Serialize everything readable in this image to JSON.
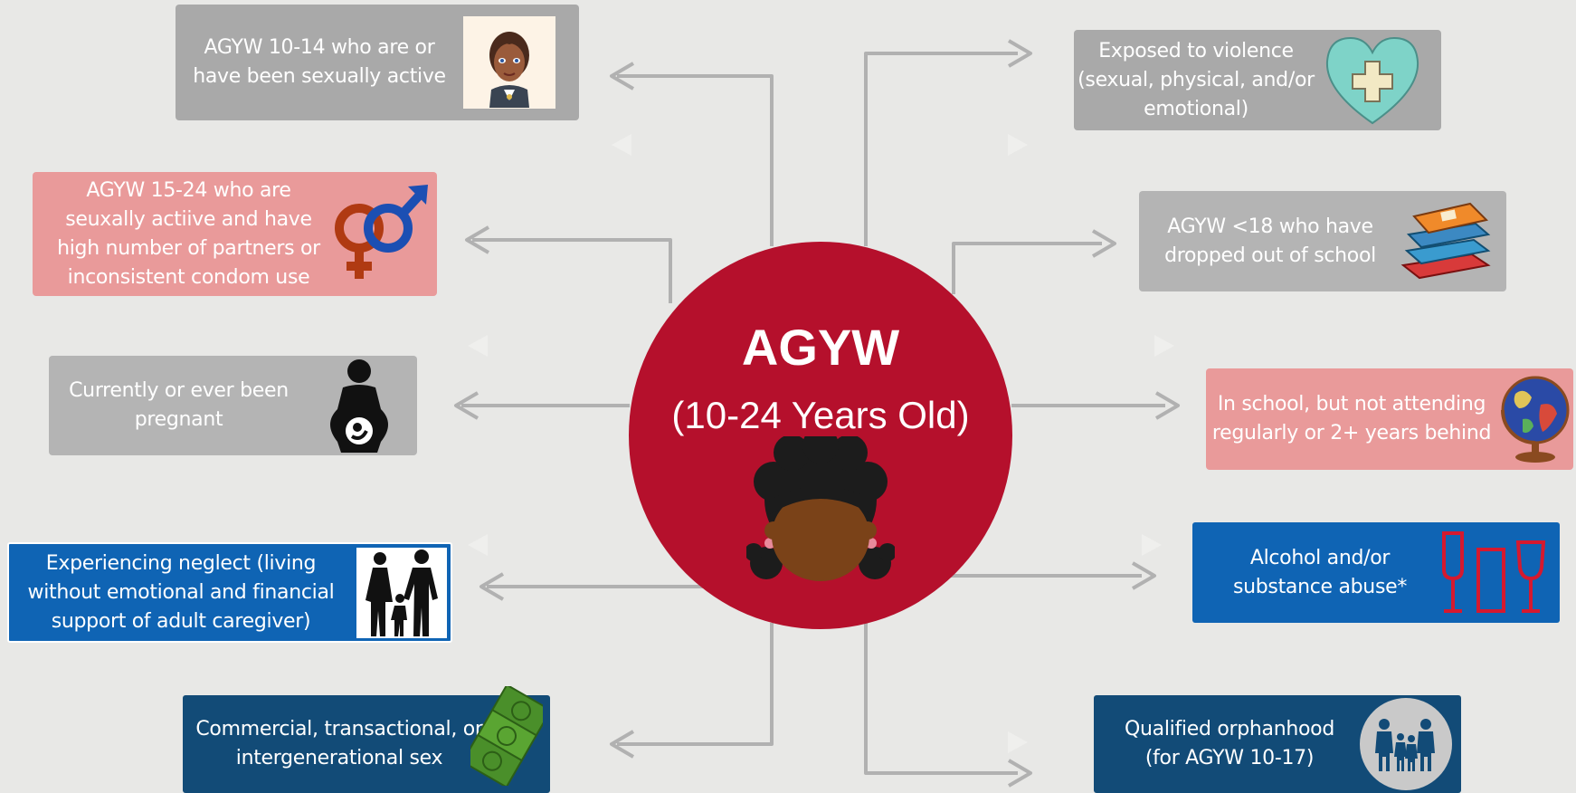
{
  "center": {
    "title": "AGYW",
    "subtitle": "(10-24 Years Old)",
    "icon": "girl-face-icon"
  },
  "left_boxes": [
    {
      "text": "AGYW 10-14 who are or have been sexually active",
      "icon": "girl-portrait-icon",
      "color": "#a9a9a9"
    },
    {
      "text": "AGYW 15-24 who are seuxally actiive and have high number of partners or inconsistent condom use",
      "icon": "gender-symbols-icon",
      "color": "#e99a9a"
    },
    {
      "text": "Currently or ever been pregnant",
      "icon": "pregnant-woman-icon",
      "color": "#b4b4b4"
    },
    {
      "text": "Experiencing neglect (living without emotional and financial support of adult caregiver)",
      "icon": "family-silhouette-icon",
      "color": "#0f64b4"
    },
    {
      "text": "Commercial, transactional, or intergenerational sex",
      "icon": "money-icon",
      "color": "#124b77"
    }
  ],
  "right_boxes": [
    {
      "text": "Exposed to violence (sexual, physical, and/or emotional)",
      "icon": "heart-cross-icon",
      "color": "#a9a9a9"
    },
    {
      "text": "AGYW <18 who have dropped out of school",
      "icon": "books-icon",
      "color": "#b4b4b4"
    },
    {
      "text": "In school, but not attending regularly or 2+ years behind",
      "icon": "globe-icon",
      "color": "#e99a9a"
    },
    {
      "text": "Alcohol and/or substance abuse*",
      "icon": "glasses-icon",
      "color": "#0f64b4"
    },
    {
      "text": "Qualified orphanhood (for AGYW 10-17)",
      "icon": "family-circle-icon",
      "color": "#124b77"
    }
  ]
}
